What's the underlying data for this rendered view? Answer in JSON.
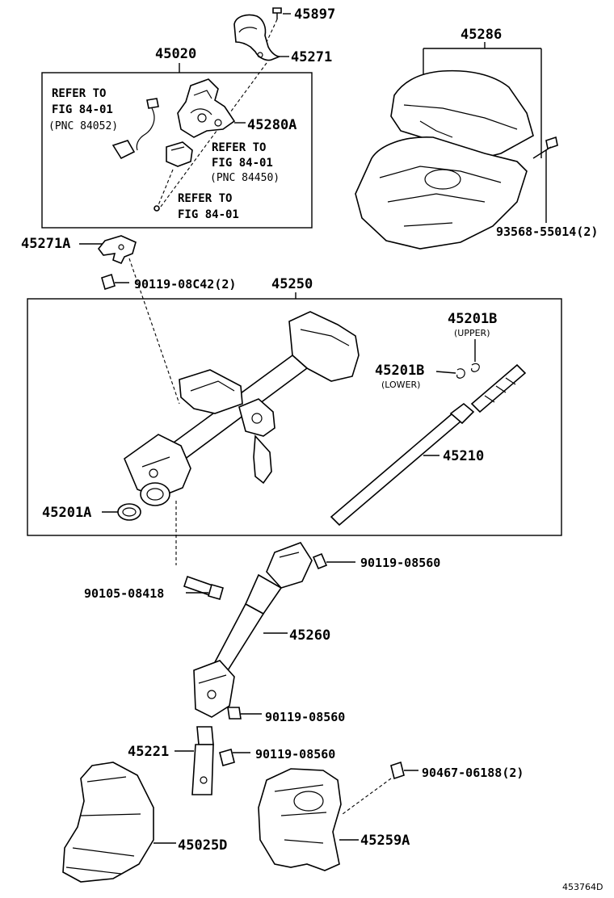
{
  "labels": {
    "p45897": "45897",
    "p45020": "45020",
    "p45271": "45271",
    "p45286": "45286",
    "p45280a": "45280A",
    "p93568": "93568-55014(2)",
    "p45271a": "45271A",
    "p90119_08c42": "90119-08C42(2)",
    "p45250": "45250",
    "p45201b_upper": "45201B",
    "upper_note": "(UPPER)",
    "p45201b_lower": "45201B",
    "lower_note": "(LOWER)",
    "p45210": "45210",
    "p45201a": "45201A",
    "p90119_08560_a": "90119-08560",
    "p90105": "90105-08418",
    "p45260": "45260",
    "p90119_08560_b": "90119-08560",
    "p45221": "45221",
    "p90119_08560_c": "90119-08560",
    "p90467": "90467-06188(2)",
    "p45025d": "45025D",
    "p45259a": "45259A",
    "fig_id": "453764D"
  },
  "refs": {
    "r1_line1": "REFER TO",
    "r1_line2": "FIG 84-01",
    "r1_line3": "(PNC 84052)",
    "r2_line1": "REFER TO",
    "r2_line2": "FIG 84-01",
    "r2_line3": "(PNC 84450)",
    "r3_line1": "REFER TO",
    "r3_line2": "FIG 84-01"
  }
}
